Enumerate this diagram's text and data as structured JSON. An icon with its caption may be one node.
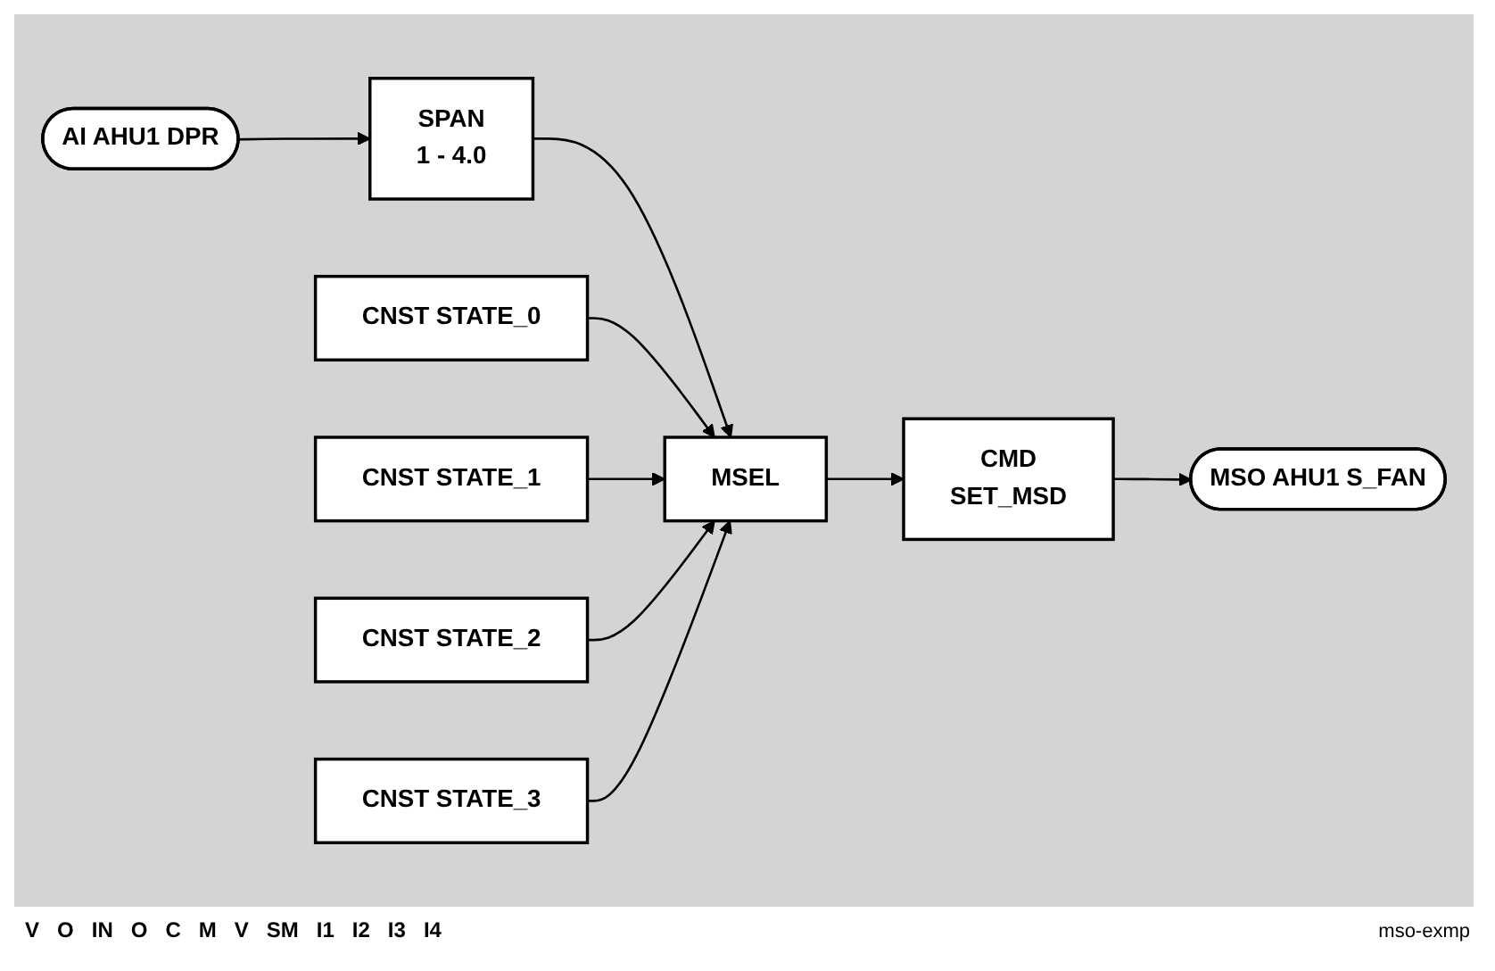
{
  "diagram": {
    "caption": "mso-exmp",
    "nodes": [
      {
        "text": [
          "AI AHU1 DPR"
        ]
      },
      {
        "text": [
          "SPAN",
          "1 - 4.0"
        ]
      },
      {
        "text": [
          "MSEL"
        ]
      },
      {
        "text": [
          "CMD",
          "SET_MSD"
        ]
      },
      {
        "text": [
          "MSO AHU1 S_FAN"
        ]
      },
      {
        "text": [
          "CNST STATE_0"
        ]
      },
      {
        "text": [
          "CNST STATE_1"
        ]
      },
      {
        "text": [
          "CNST STATE_2"
        ]
      },
      {
        "text": [
          "CNST STATE_3"
        ]
      }
    ],
    "edges": [
      {
        "from": 0,
        "to": 1,
        "arrow": "to"
      },
      {
        "from": 1,
        "to": 2,
        "arrow": "to"
      },
      {
        "from": 2,
        "to": 3,
        "arrow": "to"
      },
      {
        "from": 3,
        "to": 4,
        "arrow": "to"
      },
      {
        "from": 5,
        "to": 2,
        "arrow": "to"
      },
      {
        "from": 6,
        "to": 2,
        "arrow": "to"
      },
      {
        "from": 7,
        "to": 2,
        "arrow": "to"
      },
      {
        "from": 8,
        "to": 2,
        "arrow": "to"
      }
    ],
    "labels": [
      "V",
      "O",
      "IN",
      "O",
      "C",
      "M",
      "V",
      "SM",
      "I1",
      "I2",
      "I3",
      "I4"
    ]
  }
}
